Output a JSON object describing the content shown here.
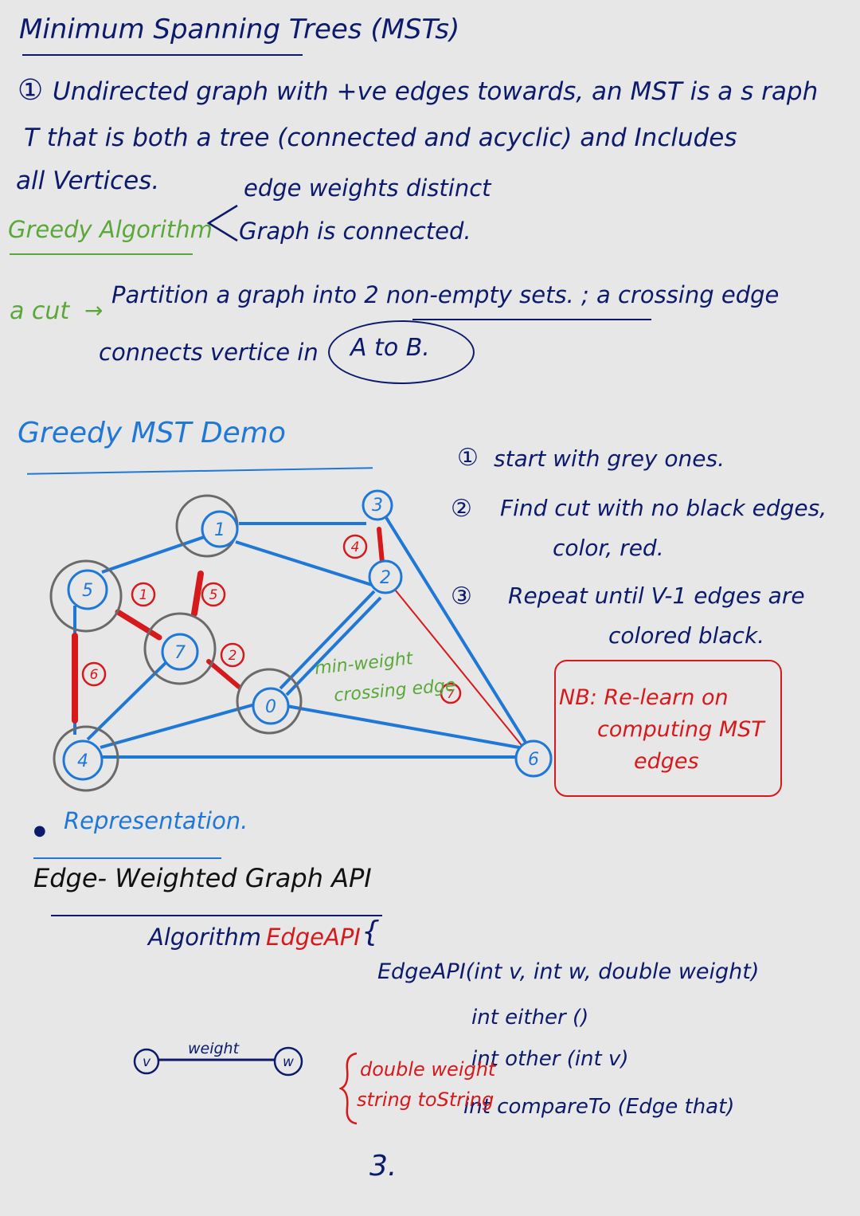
{
  "title": "Minimum Spanning Trees (MSTs)",
  "definition": {
    "marker": "①",
    "line1": "Undirected graph with +ve edges towards, an MST is a s raph",
    "line2": "T that is both a tree (connected and acyclic) and Includes",
    "line3": "all Vertices."
  },
  "greedy": {
    "label": "Greedy Algorithm",
    "cond1": "edge weights distinct",
    "cond2": "Graph is connected."
  },
  "cut": {
    "label": "a cut",
    "arrow": "→",
    "text1": "Partition a graph into 2 non-empty sets. ; a crossing edge",
    "text2": "connects vertice in",
    "circled": "A to B."
  },
  "demo": {
    "title": "Greedy MST Demo",
    "vertices": [
      "0",
      "1",
      "2",
      "3",
      "4",
      "5",
      "6",
      "7"
    ],
    "edge_weights": [
      "1",
      "2",
      "4",
      "5",
      "6",
      "7"
    ],
    "annotation_line1": "min-weight",
    "annotation_line2": "crossing edge"
  },
  "steps": [
    {
      "marker": "①",
      "text": "start with grey ones."
    },
    {
      "marker": "②",
      "text": "Find cut with no black edges,",
      "text2": "color, red."
    },
    {
      "marker": "③",
      "text": "Repeat until V-1 edges are",
      "text2": "colored black."
    }
  ],
  "note": {
    "line1": "NB: Re-learn on",
    "line2": "computing MST",
    "line3": "edges"
  },
  "representation": {
    "label": "Representation.",
    "api_title": "Edge- Weighted Graph API",
    "algorithm_label": "Algorithm",
    "class_name": "EdgeAPI",
    "brace": "{",
    "methods": [
      "EdgeAPI(int v, int w, double weight)",
      "int either ()",
      "int other (int v)",
      "int compareTo (Edge that)"
    ],
    "fields": [
      "double weight",
      "string toString"
    ],
    "edge_v": "v",
    "edge_w": "w",
    "edge_label": "weight",
    "close_brace": "3."
  },
  "colors": {
    "navy": "#0c1a6b",
    "green": "#5aa83a",
    "blue": "#1f78d6",
    "red": "#d7191c",
    "grey": "#6a6a6a",
    "background": "#e7e7e7"
  }
}
